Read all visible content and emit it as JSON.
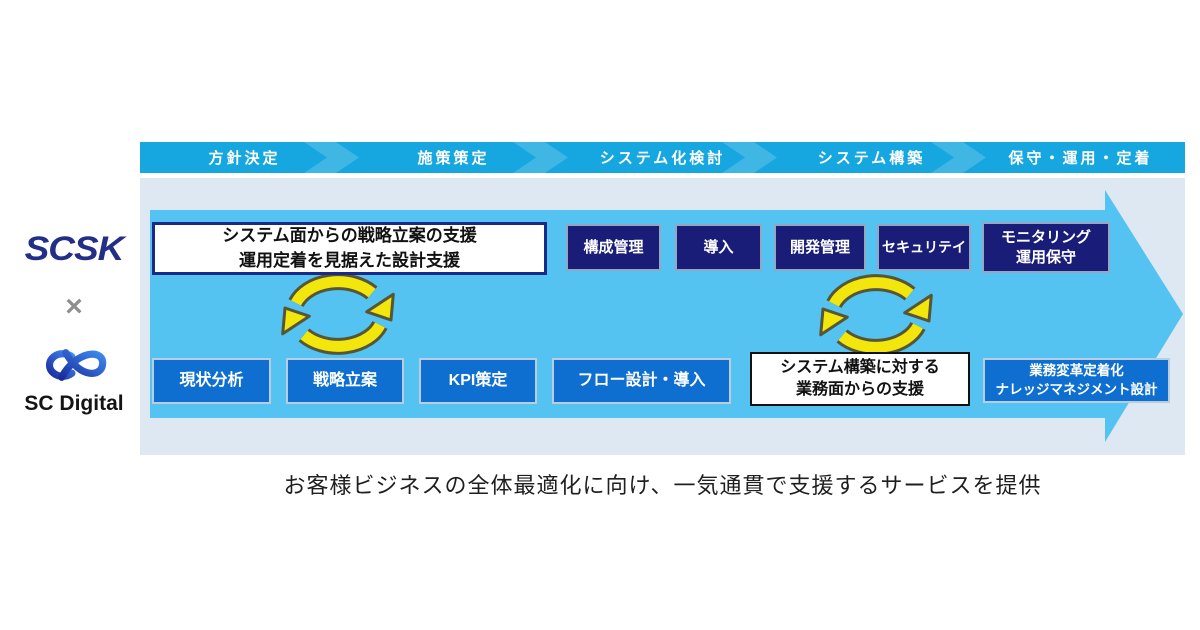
{
  "brand": {
    "scsk": "SCSK",
    "cross": "×",
    "sc_digital": "SC Digital"
  },
  "phases": [
    "方針決定",
    "施策策定",
    "システム化検討",
    "システム構築",
    "保守・運用・定着"
  ],
  "notes": {
    "strategy": {
      "line1": "システム面からの戦略立案の支援",
      "line2": "運用定着を見据えた設計支援"
    },
    "business_support": {
      "line1": "システム構築に対する",
      "line2": "業務面からの支援"
    }
  },
  "top_boxes": [
    "構成管理",
    "導入",
    "開発管理",
    "セキュリテイ"
  ],
  "monitoring_box": {
    "line1": "モニタリング",
    "line2": "運用保守"
  },
  "bottom_boxes": [
    "現状分析",
    "戦略立案",
    "KPI策定",
    "フロー設計・導入"
  ],
  "change_box": {
    "line1": "業務変革定着化",
    "line2": "ナレッジマネジメント設計"
  },
  "caption": "お客様ビジネスの全体最適化に向け、一気通貫で支援するサービスを提供",
  "colors": {
    "header_blue": "#16a7e0",
    "arrow_blue": "#55c3f2",
    "panel_bg": "#dde8f3",
    "navy_box": "#1a1d78",
    "blue_box": "#0e6fd0",
    "cycle_yellow": "#f2e60c",
    "scsk_navy": "#232e87"
  }
}
